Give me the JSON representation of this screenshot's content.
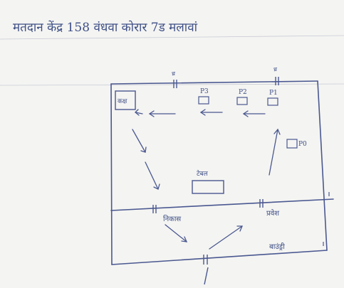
{
  "title": "मतदान केंद्र 158 वंधवा कोरार 7ड मलावां",
  "labels": {
    "booth_box": "कक्ष",
    "p3": "P3",
    "p2": "P2",
    "p1": "P1",
    "p0": "P0",
    "table": "टेबल",
    "exit": "निकास",
    "entry": "प्रवेश",
    "boundary": "बाउंड्री"
  },
  "colors": {
    "ink": "#3e4f86",
    "paper": "#f4f4f2"
  }
}
